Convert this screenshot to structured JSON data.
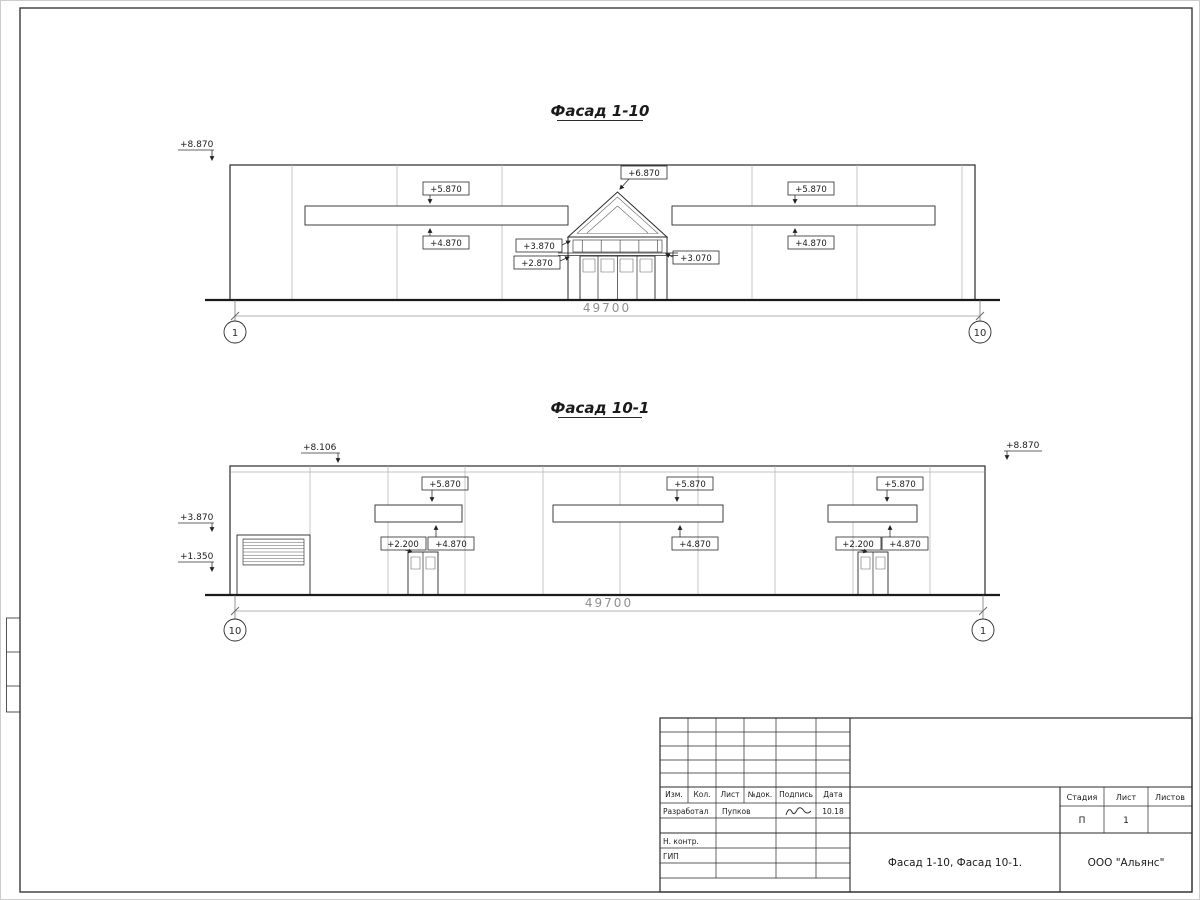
{
  "page": {
    "background": "#ffffff",
    "line_color": "#2a2a2a",
    "dim_color": "#8f8f8f"
  },
  "facade_top": {
    "title": "Фасад 1-10",
    "dimension": "49700",
    "axis_left": "1",
    "axis_right": "10",
    "marks": {
      "roof": "+8.870",
      "win_top_left": "+5.870",
      "gable": "+6.870",
      "win_top_right": "+5.870",
      "win_bot_left": "+4.870",
      "entrance_upper": "+3.870",
      "entrance_lower": "+2.870",
      "canopy": "+3.070",
      "win_bot_right": "+4.870"
    }
  },
  "facade_bottom": {
    "title": "Фасад 10-1",
    "dimension": "49700",
    "axis_left": "10",
    "axis_right": "1",
    "marks": {
      "parapet_left": "+8.106",
      "roof_right": "+8.870",
      "left_upper": "+3.870",
      "left_lower": "+1.350",
      "win_top_a": "+5.870",
      "win_top_b": "+5.870",
      "win_top_c": "+5.870",
      "win_bot_a": "+4.870",
      "win_bot_b": "+4.870",
      "win_bot_c": "+4.870",
      "door_a": "+2.200",
      "door_b": "+2.200"
    }
  },
  "title_block": {
    "col_izm": "Изм.",
    "col_kol": "Кол.",
    "col_list": "Лист",
    "col_doc": "№док.",
    "col_sign": "Подпись",
    "col_date": "Дата",
    "dev_role": "Разработал",
    "dev_name": "Пупков",
    "dev_date": "10.18",
    "ncontr_role": "Н. контр.",
    "gip_role": "ГИП",
    "doc_title": "Фасад 1-10, Фасад 10-1.",
    "company": "ООО \"Альянс\"",
    "stage_label": "Стадия",
    "sheet_label": "Лист",
    "sheets_label": "Листов",
    "stage_value": "П",
    "sheet_value": "1"
  }
}
